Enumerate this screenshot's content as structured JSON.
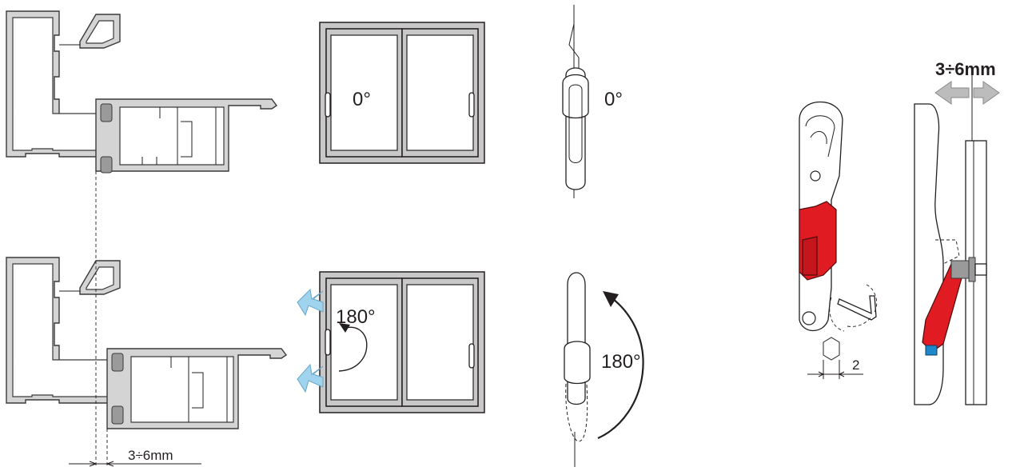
{
  "labels": {
    "top_window_angle": "0°",
    "top_handle_angle": "0°",
    "bottom_window_angle": "180°",
    "bottom_handle_angle": "180°",
    "bottom_gap": "3÷6mm",
    "right_gap": "3÷6mm",
    "hex_key_size": "2"
  },
  "colors": {
    "latch_red": "#e01b22",
    "air_arrow_blue": "#9fd3ee",
    "gap_arrow_grey": "#bcbcbc",
    "frame_grey": "#c8c8c8"
  }
}
